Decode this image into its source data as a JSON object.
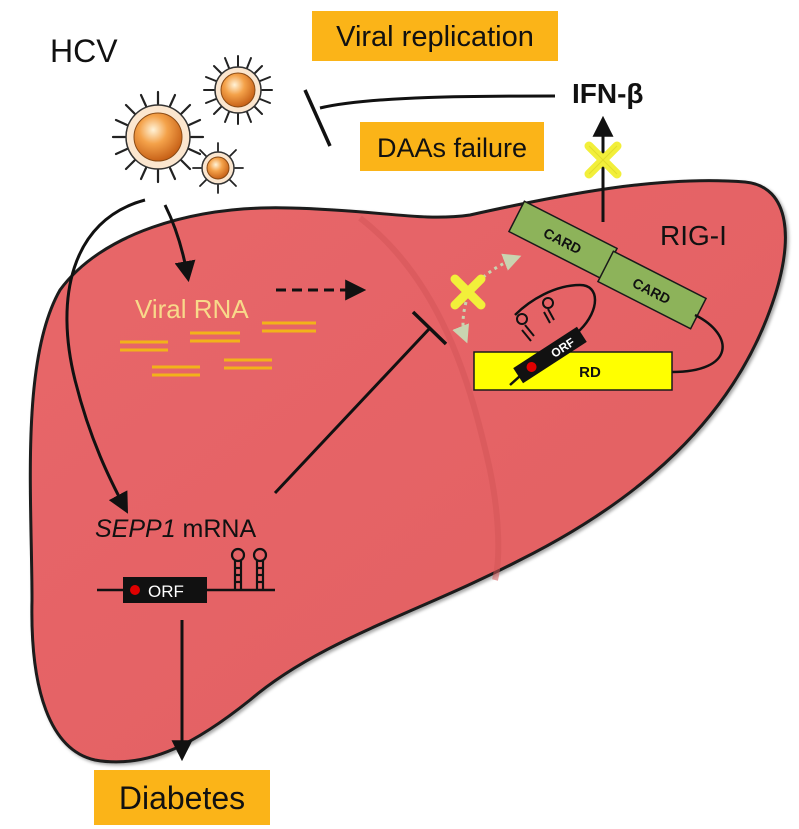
{
  "labels": {
    "hcv": "HCV",
    "viral_replication": "Viral replication",
    "daas_failure": "DAAs failure",
    "ifn_beta": "IFN-β",
    "rig_i": "RIG-I",
    "viral_rna": "Viral RNA",
    "sepp1_italic": "SEPP1",
    "sepp1_rest": " mRNA",
    "orf": "ORF",
    "card_1": "CARD",
    "card_2": "CARD",
    "rd": "RD",
    "orf_small": "ORF",
    "diabetes": "Diabetes"
  },
  "colors": {
    "liver_fill": "#e8696b",
    "liver_stroke": "#1a1a1a",
    "label_box": "#fbb418",
    "card_box": "#8db35a",
    "rd_box": "#ffff00",
    "rna_strand": "#f2b21a",
    "cross": "#f2ef3a",
    "dotted": "#c9d4b0",
    "virus_core": "#ef8f2a"
  }
}
